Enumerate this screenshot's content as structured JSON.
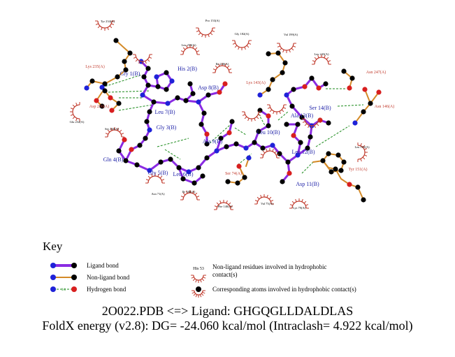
{
  "ligand_residues": [
    {
      "id": "gly1",
      "label": "Gly 1(B)"
    },
    {
      "id": "his2",
      "label": "His 2(B)"
    },
    {
      "id": "gly3",
      "label": "Gly 3(B)"
    },
    {
      "id": "gln4",
      "label": "Gln 4(B)"
    },
    {
      "id": "gly5",
      "label": "Gly 5(B)"
    },
    {
      "id": "leu6",
      "label": "Leu 6(B)"
    },
    {
      "id": "leu7",
      "label": "Leu 7(B)"
    },
    {
      "id": "asp8",
      "label": "Asp 8(B)"
    },
    {
      "id": "ala9",
      "label": "Ala 9(B)"
    },
    {
      "id": "leu10",
      "label": "Leu 10(B)"
    },
    {
      "id": "asp11",
      "label": "Asp 11(B)"
    },
    {
      "id": "leu12",
      "label": "Leu 12(B)"
    },
    {
      "id": "ala13",
      "label": "Ala 13(B)"
    },
    {
      "id": "ser14",
      "label": "Ser 14(B)"
    }
  ],
  "hbond_residues": [
    {
      "id": "lys235",
      "label": "Lys 235(A)"
    },
    {
      "id": "asp236",
      "label": "Asp 236(A)"
    },
    {
      "id": "lys143",
      "label": "Lys 143(A)"
    },
    {
      "id": "asn247",
      "label": "Asn 247(A)"
    },
    {
      "id": "asn146",
      "label": "Asn 146(A)"
    },
    {
      "id": "tyr151",
      "label": "Tyr 151(A)"
    },
    {
      "id": "ser74",
      "label": "Ser 74(A)"
    }
  ],
  "hydrophobic_residues": [
    {
      "id": "tyr234",
      "label": "Tyr 234(A)"
    },
    {
      "id": "pro153",
      "label": "Pro 153(A)"
    },
    {
      "id": "gly182",
      "label": "Gly 182(A)"
    },
    {
      "id": "val199",
      "label": "Val 199(A)"
    },
    {
      "id": "leu259",
      "label": "Leu 259(A)"
    },
    {
      "id": "ile240",
      "label": "Ile 240(A)"
    },
    {
      "id": "leu243",
      "label": "Leu 243(A)"
    },
    {
      "id": "glu232",
      "label": "Glu 232(A)"
    },
    {
      "id": "ser238",
      "label": "Ser 238(A)"
    },
    {
      "id": "leu195",
      "label": "Leu 195(A)"
    },
    {
      "id": "asn71",
      "label": "Asn 71(A)"
    },
    {
      "id": "ile180",
      "label": "Ile 180(A)"
    },
    {
      "id": "phe140",
      "label": "Phe 140(A)"
    },
    {
      "id": "val75",
      "label": "Val 75(A)"
    },
    {
      "id": "lys79",
      "label": "Lys 79(A)"
    }
  ],
  "key": {
    "title": "Key",
    "ligand_bond": "Ligand bond",
    "nonligand_bond": "Non-ligand bond",
    "hydrogen_bond": "Hydrogen bond",
    "hbond_length": "3.0",
    "hydrophobic_example": "His 53",
    "hydrophobic_residues": "Non-ligand residues involved in hydrophobic contact(s)",
    "hydrophobic_atoms": "Corresponding atoms involved in hydrophobic contact(s)"
  },
  "caption": {
    "line1": "2O022.PDB <=> Ligand: GHGQGLLDALDLAS",
    "line2": "FoldX energy (v2.8): DG= -24.060 kcal/mol (Intraclash= 4.922 kcal/mol)"
  },
  "colors": {
    "ligand_bond": "#8a2be2",
    "nonligand_bond": "#d48a28",
    "hbond": "#1a8a1a",
    "hydrophobic": "#c0392b",
    "carbon": "#000000",
    "nitrogen": "#1f22d8",
    "oxygen": "#d81f1f",
    "ligand_label": "#1f22a8",
    "residue_label": "#c0392b"
  }
}
